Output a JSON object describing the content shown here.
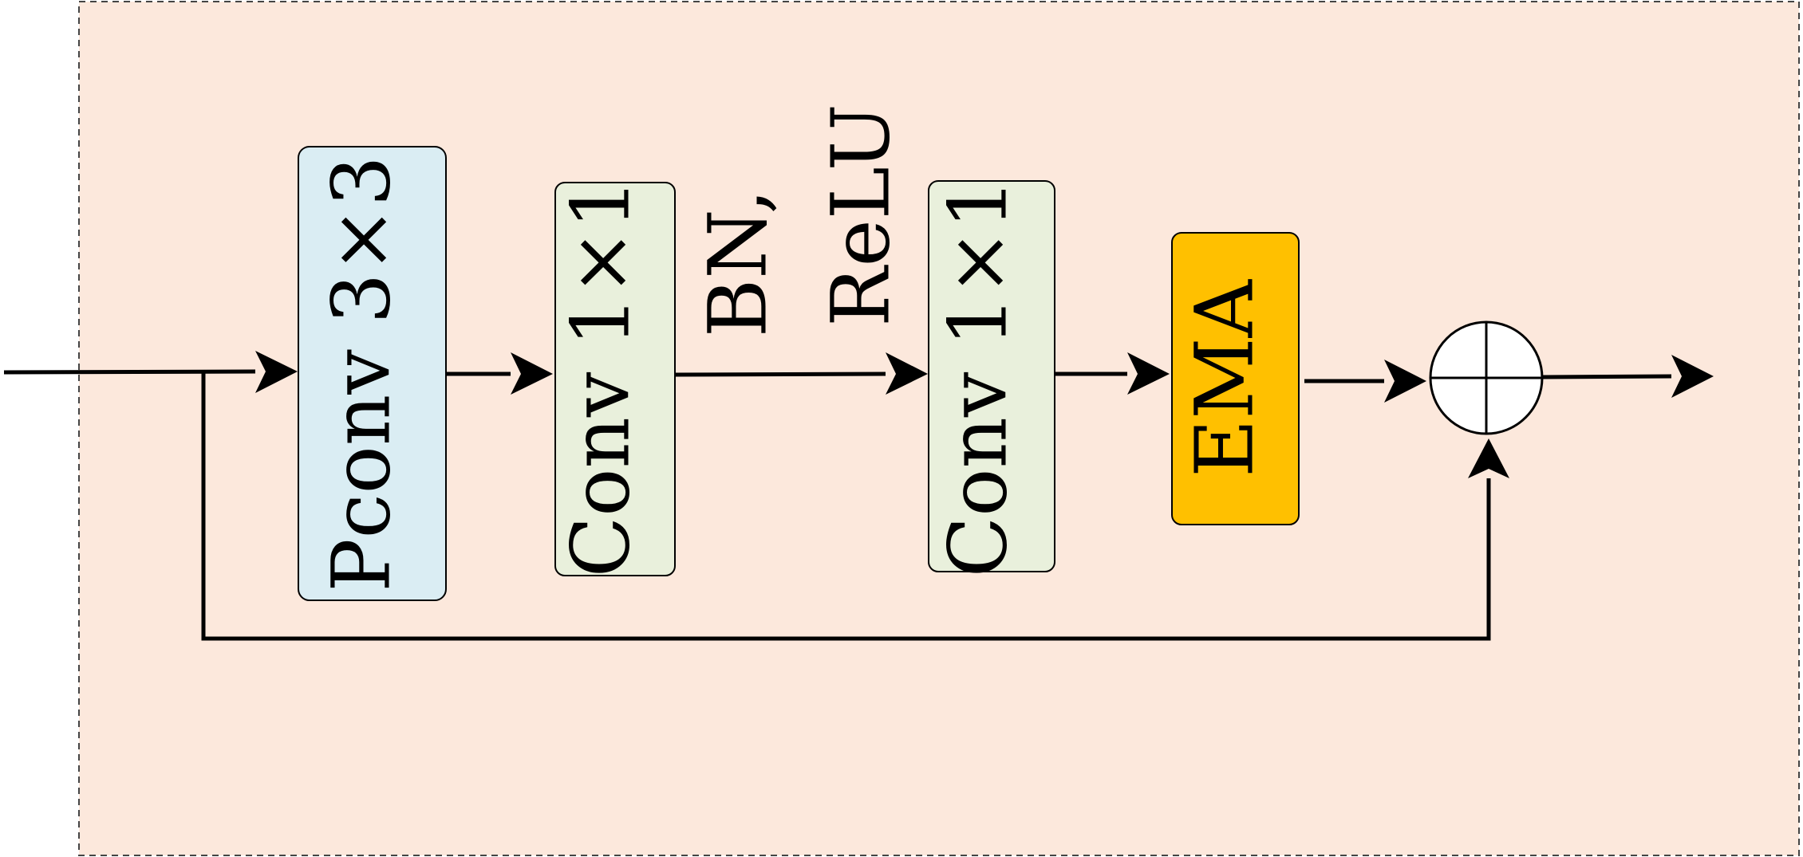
{
  "blocks": {
    "pconv": {
      "label": "Pconv 3×3",
      "fill": "#daedf3"
    },
    "conv1": {
      "label": "Conv 1×1",
      "fill": "#e9f0dc"
    },
    "conv2": {
      "label": "Conv 1×1",
      "fill": "#e9f0dc"
    },
    "ema": {
      "label": "EMA",
      "fill": "#ffc000"
    }
  },
  "activation": {
    "line1": "BN,",
    "line2": "ReLU"
  },
  "colors": {
    "container_fill": "#fce8dc",
    "container_border": "#444444",
    "arrow": "#000000"
  }
}
